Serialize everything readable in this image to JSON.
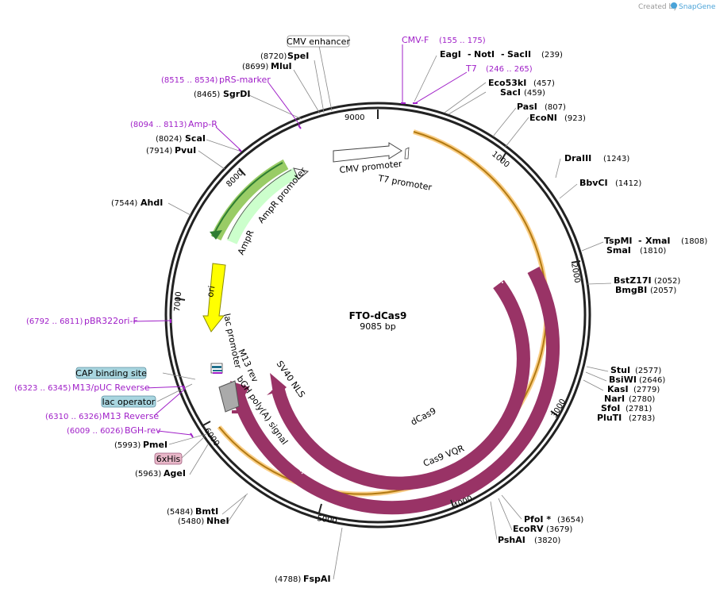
{
  "credit": {
    "prefix": "Created by",
    "brand": "SnapGene"
  },
  "plasmid": {
    "name": "FTO-dCas9",
    "length": "9085 bp"
  },
  "sites": {
    "spei": {
      "pos": "(8720)",
      "name": "SpeI"
    },
    "mlui": {
      "pos": "(8699)",
      "name": "MluI"
    },
    "sgrdi": {
      "pos": "(8465)",
      "name": "SgrDI"
    },
    "scai": {
      "pos": "(8024)",
      "name": "ScaI"
    },
    "pvui": {
      "pos": "(7914)",
      "name": "PvuI"
    },
    "ahdi": {
      "pos": "(7544)",
      "name": "AhdI"
    },
    "eagi": {
      "name": "EagI",
      "sep1": "-",
      "name2": "NotI",
      "sep2": "-",
      "name3": "SacII",
      "pos": "(239)"
    },
    "eco53ki": {
      "name": "Eco53kI",
      "pos": "(457)"
    },
    "saci": {
      "name": "SacI",
      "pos": "(459)"
    },
    "pasi": {
      "name": "PasI",
      "pos": "(807)"
    },
    "ecoNI": {
      "name": "EcoNI",
      "pos": "(923)"
    },
    "draiii": {
      "name": "DraIII",
      "pos": "(1243)"
    },
    "bbvci": {
      "name": "BbvCI",
      "pos": "(1412)"
    },
    "tspmi": {
      "name": "TspMI",
      "sep": "-",
      "name2": "XmaI",
      "pos": "(1808)"
    },
    "smai": {
      "name": "SmaI",
      "pos": "(1810)"
    },
    "bstz17i": {
      "name": "BstZ17I",
      "pos": "(2052)"
    },
    "bmgbi": {
      "name": "BmgBI",
      "pos": "(2057)"
    },
    "stui": {
      "name": "StuI",
      "pos": "(2577)"
    },
    "bsiwi": {
      "name": "BsiWI",
      "pos": "(2646)"
    },
    "kasi": {
      "name": "KasI",
      "pos": "(2779)"
    },
    "nari": {
      "name": "NarI",
      "pos": "(2780)"
    },
    "sfoi": {
      "name": "SfoI",
      "pos": "(2781)"
    },
    "plutI": {
      "name": "PluTI",
      "pos": "(2783)"
    },
    "pfoi": {
      "name": "PfoI *",
      "pos": "(3654)"
    },
    "ecorv": {
      "name": "EcoRV",
      "pos": "(3679)"
    },
    "pshai": {
      "name": "PshAI",
      "pos": "(3820)"
    },
    "fspai": {
      "pos": "(4788)",
      "name": "FspAI"
    },
    "bmti": {
      "pos": "(5484)",
      "name": "BmtI"
    },
    "nhei": {
      "pos": "(5480)",
      "name": "NheI"
    },
    "pmei": {
      "pos": "(5993)",
      "name": "PmeI"
    },
    "agei": {
      "pos": "(5963)",
      "name": "AgeI"
    }
  },
  "primers": {
    "cmvf": {
      "name": "CMV-F",
      "range": "(155 .. 175)"
    },
    "t7": {
      "name": "T7",
      "range": "(246 .. 265)"
    },
    "prs": {
      "range": "(8515 .. 8534)",
      "name": "pRS-marker"
    },
    "ampr": {
      "range": "(8094 .. 8113)",
      "name": "Amp-R"
    },
    "pbr322": {
      "range": "(6792 .. 6811)",
      "name": "pBR322ori-F"
    },
    "m13puc": {
      "range": "(6323 .. 6345)",
      "name": "M13/pUC Reverse"
    },
    "m13rev": {
      "range": "(6310 .. 6326)",
      "name": "M13 Reverse"
    },
    "bgh": {
      "range": "(6009 .. 6026)",
      "name": "BGH-rev"
    }
  },
  "boxed": {
    "cmv_enhancer": "CMV enhancer",
    "cap": "CAP binding site",
    "lacop": "lac operator",
    "his": "6xHis"
  },
  "features": {
    "cmv_promoter": "CMV promoter",
    "t7_promoter": "T7 promoter",
    "ampr_promoter": "AmpR promoter",
    "ampr": "AmpR",
    "ori": "ori",
    "lac_promoter": "lac promoter",
    "m13_rev": "M13 rev",
    "bgh_polya": "bGH poly(A) signal",
    "sv40_nls": "SV40 NLS",
    "dcas9": "dCas9",
    "cas9_vqr": "Cas9 VQR"
  },
  "ticks": [
    "1000",
    "2000",
    "3000",
    "4000",
    "5000",
    "6000",
    "7000",
    "8000",
    "9000"
  ],
  "colors": {
    "cas9": "#993366",
    "orange": "#f5a623",
    "ampr": "#ccffcc",
    "ori": "#ffff00",
    "primer": "#a020c8",
    "his_box": "#e8b7c8",
    "blue_box": "#a9d6e0"
  }
}
